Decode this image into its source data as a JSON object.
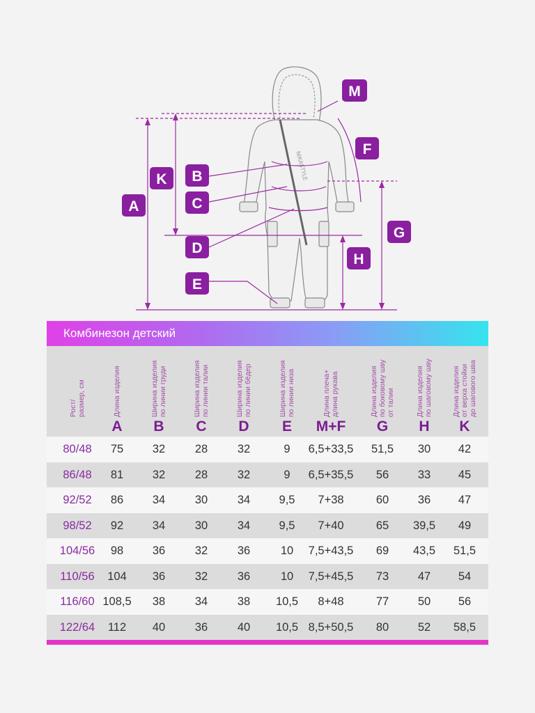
{
  "labels": {
    "A": "A",
    "K": "K",
    "B": "B",
    "C": "C",
    "D": "D",
    "E": "E",
    "F": "F",
    "G": "G",
    "H": "H",
    "M": "M"
  },
  "colors": {
    "accent": "#8a1fa0",
    "title_gradient_start": "#e041e6",
    "title_gradient_end": "#35e4ee",
    "bottom_bar": "#e535c7"
  },
  "table": {
    "title": "Комбинезон детский",
    "headers": [
      {
        "lines": [
          "Рост/",
          "размер, см"
        ],
        "letter": ""
      },
      {
        "lines": [
          "Длина изделия"
        ],
        "letter": "A"
      },
      {
        "lines": [
          "Ширина изделия",
          "по линии груди"
        ],
        "letter": "B"
      },
      {
        "lines": [
          "Ширина изделия",
          "по линии талии"
        ],
        "letter": "C"
      },
      {
        "lines": [
          "Ширина изделия",
          "по линии бёдер"
        ],
        "letter": "D"
      },
      {
        "lines": [
          "Ширина изделия",
          "по линии низа"
        ],
        "letter": "E"
      },
      {
        "lines": [
          "Длина плеча+",
          "длина рукава"
        ],
        "letter": "M+F"
      },
      {
        "lines": [
          "Длина изделия",
          "по боковому шву",
          "от талии"
        ],
        "letter": "G"
      },
      {
        "lines": [
          "Длина изделия",
          "по шаговому шву"
        ],
        "letter": "H"
      },
      {
        "lines": [
          "Длина изделия",
          "от верха стойки",
          "до шагового шва"
        ],
        "letter": "K"
      }
    ],
    "rows": [
      [
        "80/48",
        "75",
        "32",
        "28",
        "32",
        "9",
        "6,5+33,5",
        "51,5",
        "30",
        "42"
      ],
      [
        "86/48",
        "81",
        "32",
        "28",
        "32",
        "9",
        "6,5+35,5",
        "56",
        "33",
        "45"
      ],
      [
        "92/52",
        "86",
        "34",
        "30",
        "34",
        "9,5",
        "7+38",
        "60",
        "36",
        "47"
      ],
      [
        "98/52",
        "92",
        "34",
        "30",
        "34",
        "9,5",
        "7+40",
        "65",
        "39,5",
        "49"
      ],
      [
        "104/56",
        "98",
        "36",
        "32",
        "36",
        "10",
        "7,5+43,5",
        "69",
        "43,5",
        "51,5"
      ],
      [
        "110/56",
        "104",
        "36",
        "32",
        "36",
        "10",
        "7,5+45,5",
        "73",
        "47",
        "54"
      ],
      [
        "116/60",
        "108,5",
        "38",
        "34",
        "38",
        "10,5",
        "8+48",
        "77",
        "50",
        "56"
      ],
      [
        "122/64",
        "112",
        "40",
        "36",
        "40",
        "10,5",
        "8,5+50,5",
        "80",
        "52",
        "58,5"
      ]
    ]
  }
}
